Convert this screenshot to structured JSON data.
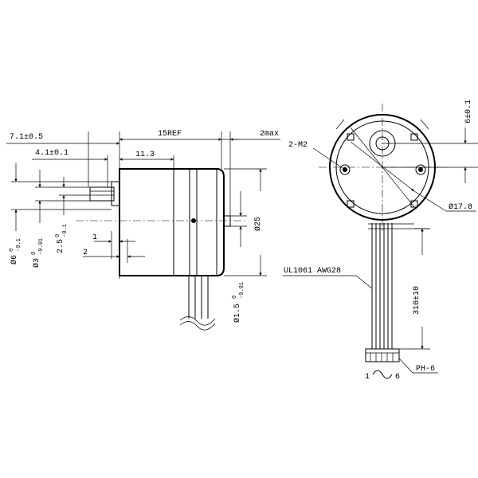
{
  "side_view": {
    "dims": {
      "d71": "7.1±0.5",
      "d41": "4.1±0.1",
      "d15ref": "15REF",
      "d2max": "2max",
      "d113": "11.3",
      "d1": "1",
      "d2": "2",
      "d25": "Ø25"
    },
    "tol": {
      "phi6": "Ø6",
      "phi6_up": "0",
      "phi6_low": "-0.1",
      "phi3": "Ø3",
      "phi3_up": "0",
      "phi3_low": "-0.01",
      "d25": "2.5",
      "d25_up": "0",
      "d25_low": "-0.1",
      "phi15": "Ø1.5",
      "phi15_up": "0",
      "phi15_low": "-0.01"
    }
  },
  "front_view": {
    "dims": {
      "m2": "2-M2",
      "d6": "6±0.1",
      "d178": "Ø17.8",
      "cable": "UL1061 AWG28",
      "d310": "310±10",
      "connector": "PH-6",
      "pin1": "1",
      "pin6": "6"
    }
  }
}
